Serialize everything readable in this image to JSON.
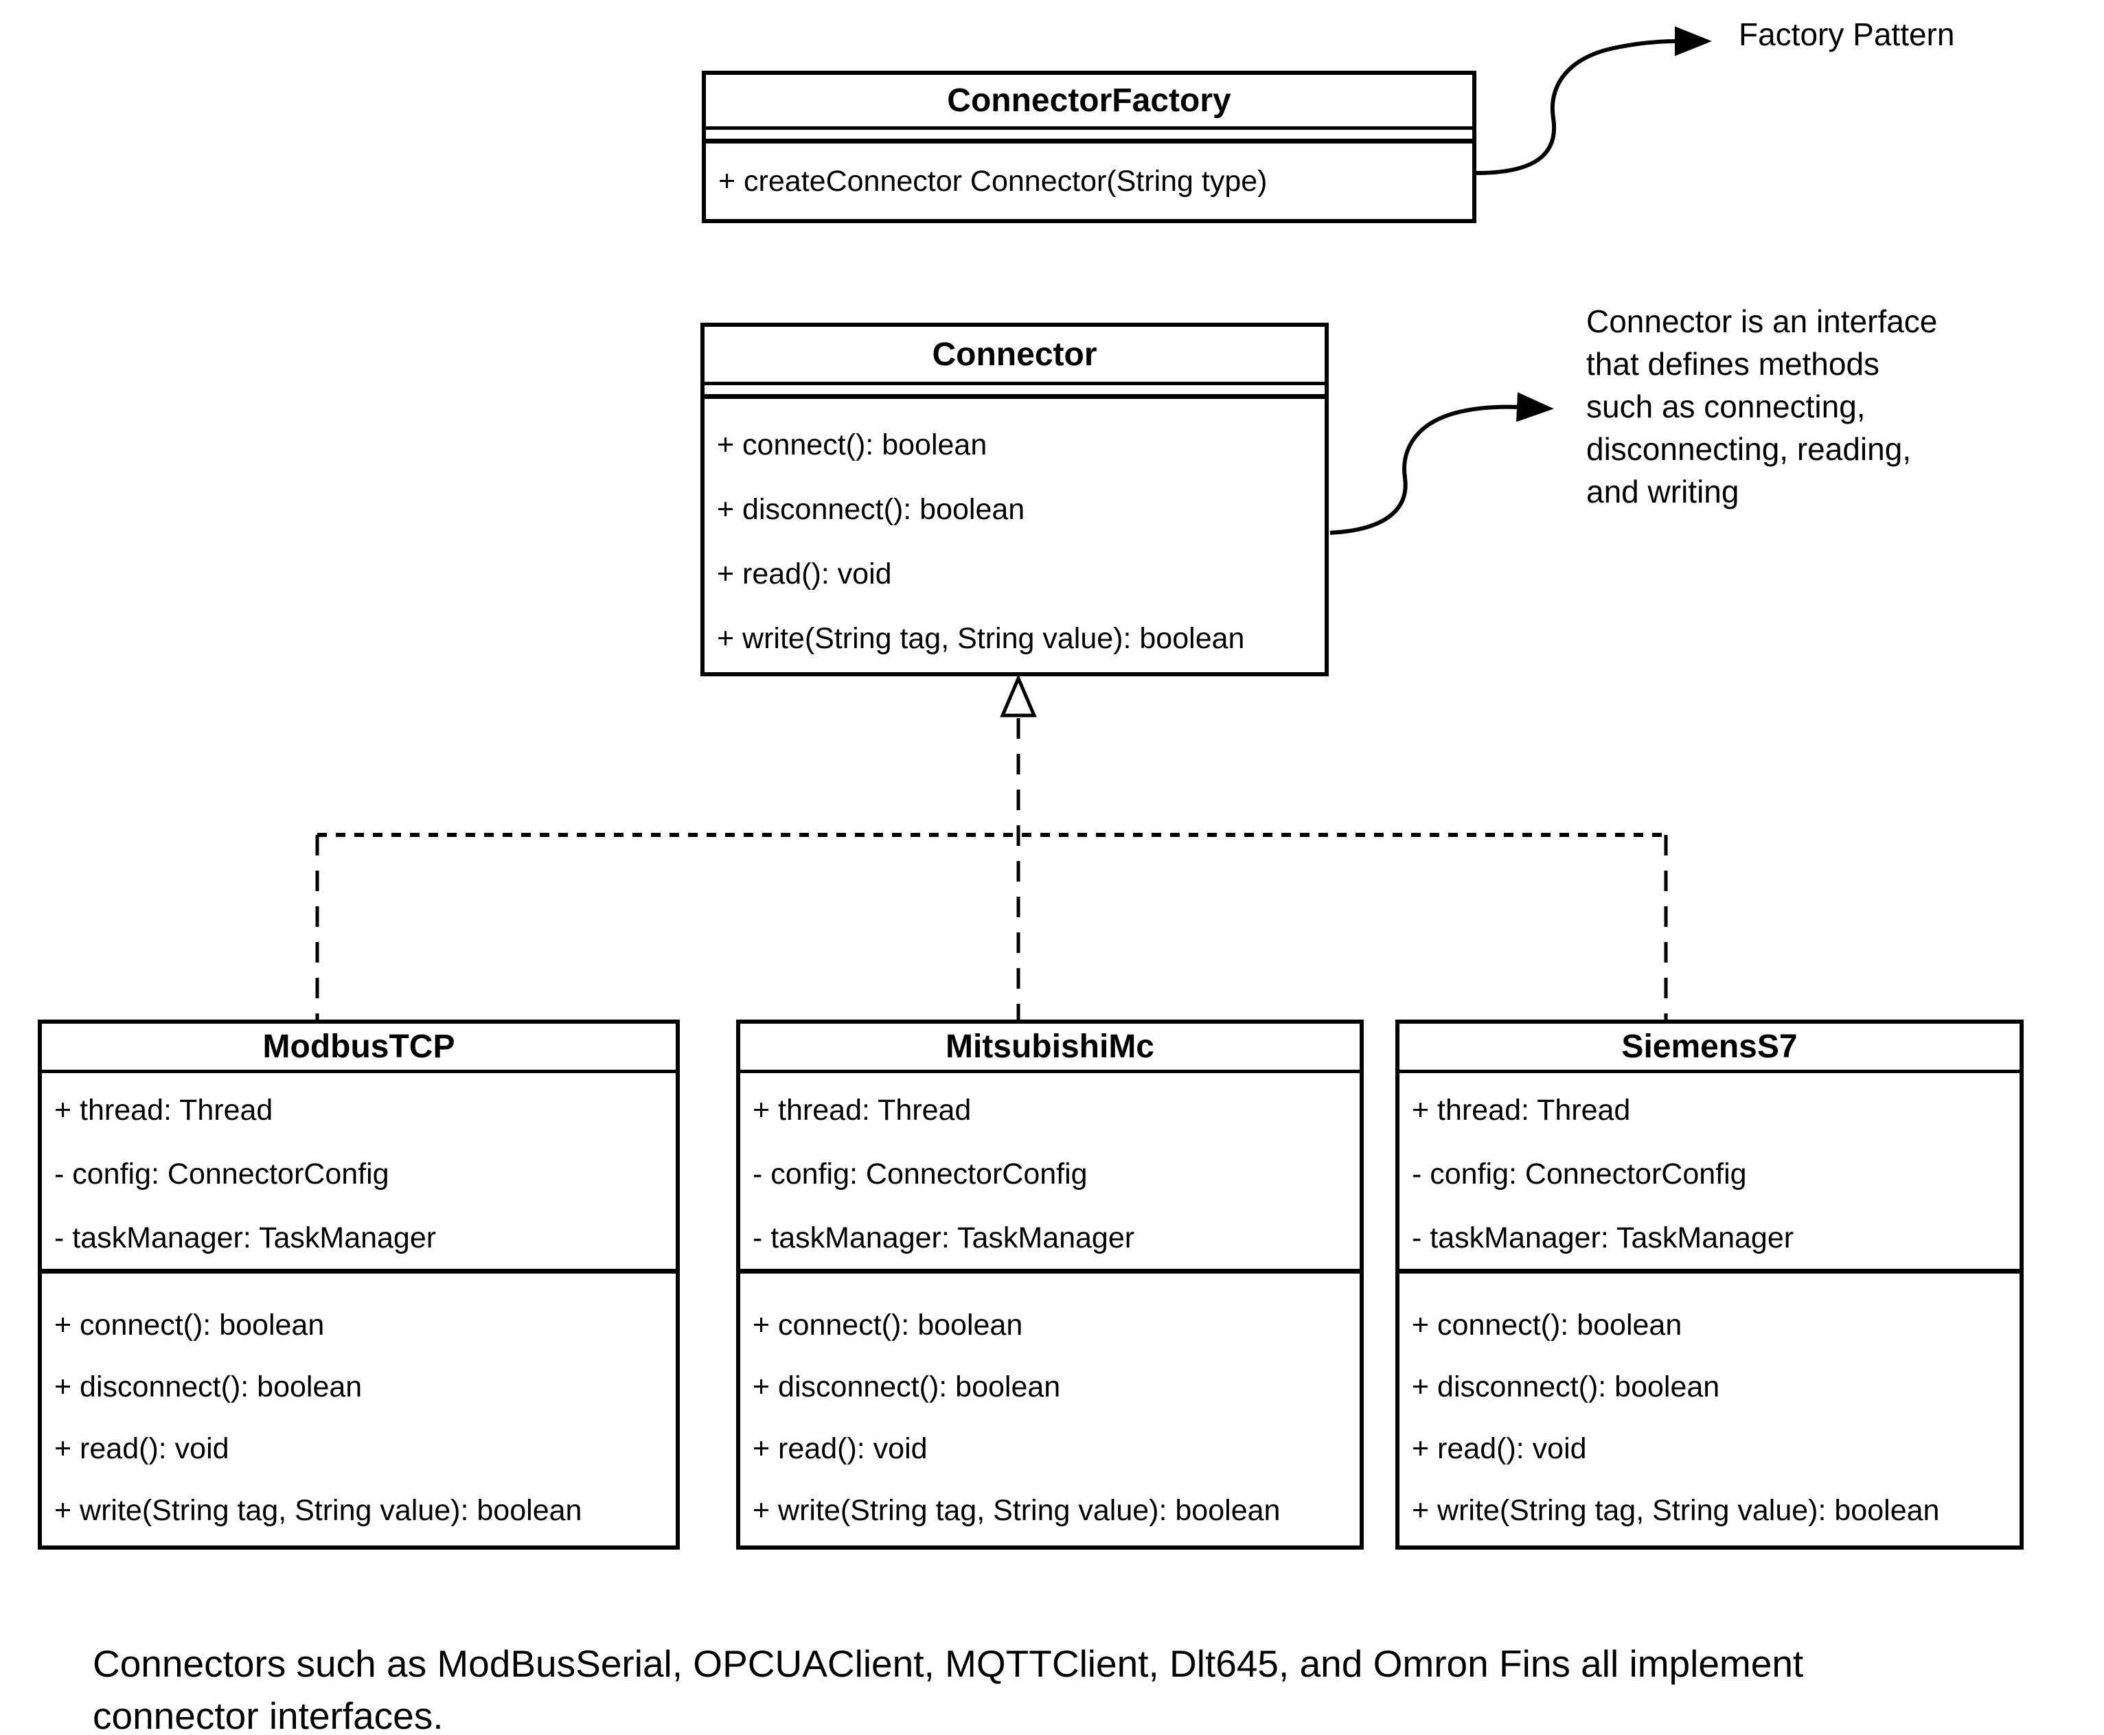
{
  "page": {
    "background": "#ffffff",
    "ink": "#000000"
  },
  "classes": {
    "connector_factory": {
      "title": "ConnectorFactory",
      "attributes": [],
      "methods": [
        "+ createConnector Connector(String type)"
      ]
    },
    "connector": {
      "title": "Connector",
      "attributes": [],
      "methods": [
        "+ connect(): boolean",
        "+ disconnect(): boolean",
        "+ read(): void",
        "+ write(String tag, String value): boolean"
      ]
    },
    "modbus_tcp": {
      "title": "ModbusTCP",
      "attributes": [
        "+ thread: Thread",
        "- config: ConnectorConfig",
        "- taskManager: TaskManager"
      ],
      "methods": [
        "+ connect(): boolean",
        "+ disconnect(): boolean",
        "+ read(): void",
        "+ write(String tag, String value): boolean"
      ]
    },
    "mitsubishi_mc": {
      "title": "MitsubishiMc",
      "attributes": [
        "+ thread: Thread",
        "- config: ConnectorConfig",
        "- taskManager: TaskManager"
      ],
      "methods": [
        "+ connect(): boolean",
        "+ disconnect(): boolean",
        "+ read(): void",
        "+ write(String tag, String value): boolean"
      ]
    },
    "siemens_s7": {
      "title": "SiemensS7",
      "attributes": [
        "+ thread: Thread",
        "- config: ConnectorConfig",
        "- taskManager: TaskManager"
      ],
      "methods": [
        "+ connect(): boolean",
        "+ disconnect(): boolean",
        "+ read(): void",
        "+ write(String tag, String value): boolean"
      ]
    }
  },
  "notes": {
    "factory_pattern": "Factory Pattern",
    "connector_note": {
      "lines": [
        "Connector is an interface",
        "that defines methods",
        "such as connecting,",
        "disconnecting, reading,",
        "and writing"
      ]
    },
    "footer": {
      "lines": [
        "Connectors such as ModBusSerial, OPCUAClient, MQTTClient, Dlt645, and Omron Fins all implement",
        "connector interfaces."
      ]
    }
  }
}
